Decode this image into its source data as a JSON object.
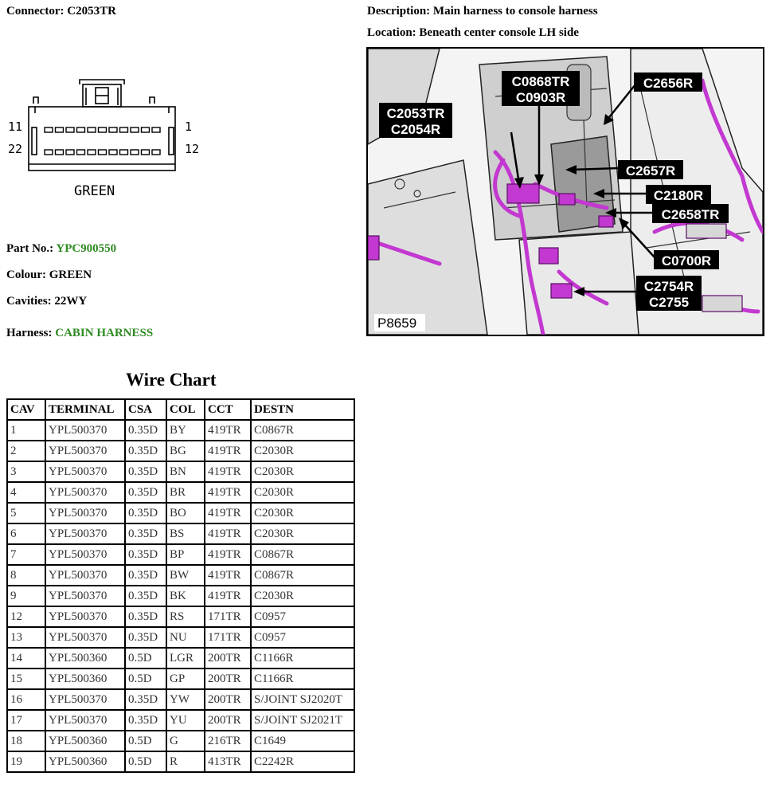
{
  "connector": {
    "label": "Connector:",
    "value": "C2053TR"
  },
  "description": {
    "label": "Description:",
    "value": "Main harness to console harness"
  },
  "location": {
    "label": "Location:",
    "value": "Beneath center console LH side"
  },
  "pinout": {
    "pin_top_left": "11",
    "pin_top_right": "1",
    "pin_bottom_left": "22",
    "pin_bottom_right": "12",
    "color_label": "GREEN"
  },
  "part": {
    "label": "Part No.:",
    "value": "YPC900550"
  },
  "colour": {
    "label": "Colour:",
    "value": "GREEN"
  },
  "cavities": {
    "label": "Cavities:",
    "value": "22WY"
  },
  "harness": {
    "label": "Harness:",
    "value": "CABIN HARNESS"
  },
  "photo": {
    "ref": "P8659",
    "callouts": [
      "C0868TR",
      "C0903R",
      "C2656R",
      "C2053TR",
      "C2054R",
      "C2657R",
      "C2180R",
      "C2658TR",
      "C0700R",
      "C2754R",
      "C2755"
    ]
  },
  "accent": {
    "wire": "#c238d0",
    "text_green": "#2e8b22"
  },
  "wire_chart": {
    "title": "Wire Chart",
    "headers": [
      "CAV",
      "TERMINAL",
      "CSA",
      "COL",
      "CCT",
      "DESTN"
    ],
    "rows": [
      [
        "1",
        "YPL500370",
        "0.35D",
        "BY",
        "419TR",
        "C0867R"
      ],
      [
        "2",
        "YPL500370",
        "0.35D",
        "BG",
        "419TR",
        "C2030R"
      ],
      [
        "3",
        "YPL500370",
        "0.35D",
        "BN",
        "419TR",
        "C2030R"
      ],
      [
        "4",
        "YPL500370",
        "0.35D",
        "BR",
        "419TR",
        "C2030R"
      ],
      [
        "5",
        "YPL500370",
        "0.35D",
        "BO",
        "419TR",
        "C2030R"
      ],
      [
        "6",
        "YPL500370",
        "0.35D",
        "BS",
        "419TR",
        "C2030R"
      ],
      [
        "7",
        "YPL500370",
        "0.35D",
        "BP",
        "419TR",
        "C0867R"
      ],
      [
        "8",
        "YPL500370",
        "0.35D",
        "BW",
        "419TR",
        "C0867R"
      ],
      [
        "9",
        "YPL500370",
        "0.35D",
        "BK",
        "419TR",
        "C2030R"
      ],
      [
        "12",
        "YPL500370",
        "0.35D",
        "RS",
        "171TR",
        "C0957"
      ],
      [
        "13",
        "YPL500370",
        "0.35D",
        "NU",
        "171TR",
        "C0957"
      ],
      [
        "14",
        "YPL500360",
        "0.5D",
        "LGR",
        "200TR",
        "C1166R"
      ],
      [
        "15",
        "YPL500360",
        "0.5D",
        "GP",
        "200TR",
        "C1166R"
      ],
      [
        "16",
        "YPL500370",
        "0.35D",
        "YW",
        "200TR",
        "S/JOINT SJ2020T"
      ],
      [
        "17",
        "YPL500370",
        "0.35D",
        "YU",
        "200TR",
        "S/JOINT SJ2021T"
      ],
      [
        "18",
        "YPL500360",
        "0.5D",
        "G",
        "216TR",
        "C1649"
      ],
      [
        "19",
        "YPL500360",
        "0.5D",
        "R",
        "413TR",
        "C2242R"
      ]
    ]
  }
}
